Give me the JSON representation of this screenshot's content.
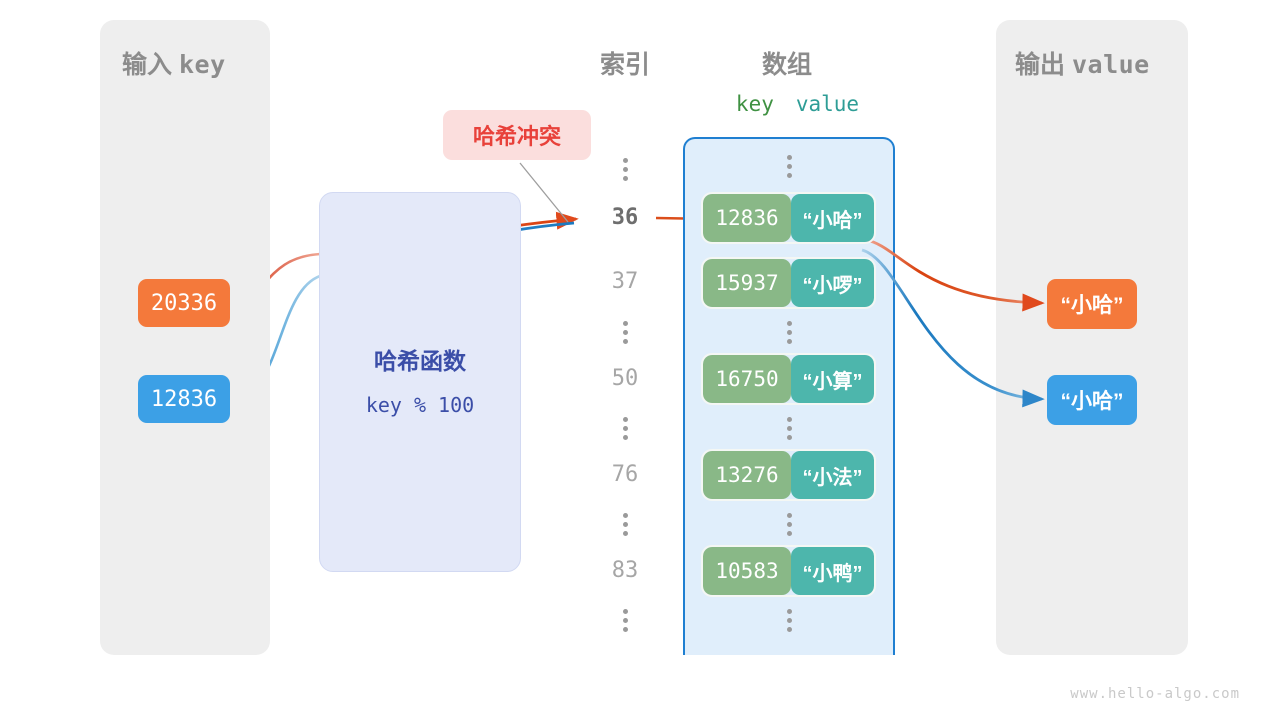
{
  "panels": {
    "input": {
      "title_cn": "输入",
      "title_mono": "key"
    },
    "output": {
      "title_cn": "输出",
      "title_mono": "value"
    }
  },
  "columns": {
    "index_title": "索引",
    "array_title": "数组",
    "key_header": "key",
    "value_header": "value"
  },
  "hash_function": {
    "label": "哈希函数",
    "formula": "key % 100"
  },
  "collision": {
    "label": "哈希冲突"
  },
  "inputs": [
    {
      "value": "20336",
      "color": "#f4793b"
    },
    {
      "value": "12836",
      "color": "#3ca0e6"
    }
  ],
  "outputs": [
    {
      "value": "“小哈”",
      "color": "#f4793b"
    },
    {
      "value": "“小哈”",
      "color": "#3ca0e6"
    }
  ],
  "index_rows": [
    {
      "label": "36",
      "active": true
    },
    {
      "label": "37",
      "active": false
    },
    {
      "label": "50",
      "active": false
    },
    {
      "label": "76",
      "active": false
    },
    {
      "label": "83",
      "active": false
    }
  ],
  "array_cells": [
    {
      "key": "12836",
      "value": "“小哈”"
    },
    {
      "key": "15937",
      "value": "“小啰”"
    },
    {
      "key": "16750",
      "value": "“小算”"
    },
    {
      "key": "13276",
      "value": "“小法”"
    },
    {
      "key": "10583",
      "value": "“小鸭”"
    }
  ],
  "colors": {
    "panel_bg": "#eeeeee",
    "hash_bg": "#e4e9f9",
    "hash_text": "#3b4ea8",
    "collision_bg": "#fbdedd",
    "collision_text": "#e8413a",
    "array_bg": "#e0eefb",
    "array_border": "#1f7fd1",
    "key_cell": "#89b887",
    "value_cell": "#4db6ac",
    "orange": "#f4793b",
    "blue": "#3ca0e6",
    "index_text": "#a6a6a6",
    "index_active_text": "#6e6e6e"
  },
  "watermark": "www.hello-algo.com"
}
